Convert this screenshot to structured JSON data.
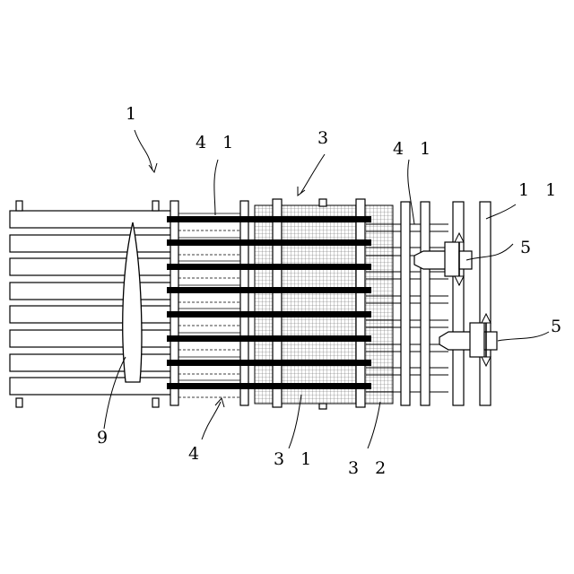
{
  "labels": {
    "apparatus": "1",
    "shutter": "1 1",
    "workpiece": "9",
    "cassette": "4",
    "cassette_bar_left": "4 1",
    "cassette_bar_right": "4 1",
    "grid_unit": "3",
    "grid_front": "3 1",
    "grid_rear": "3 2",
    "gripper_upper": "5",
    "gripper_lower": "5"
  }
}
